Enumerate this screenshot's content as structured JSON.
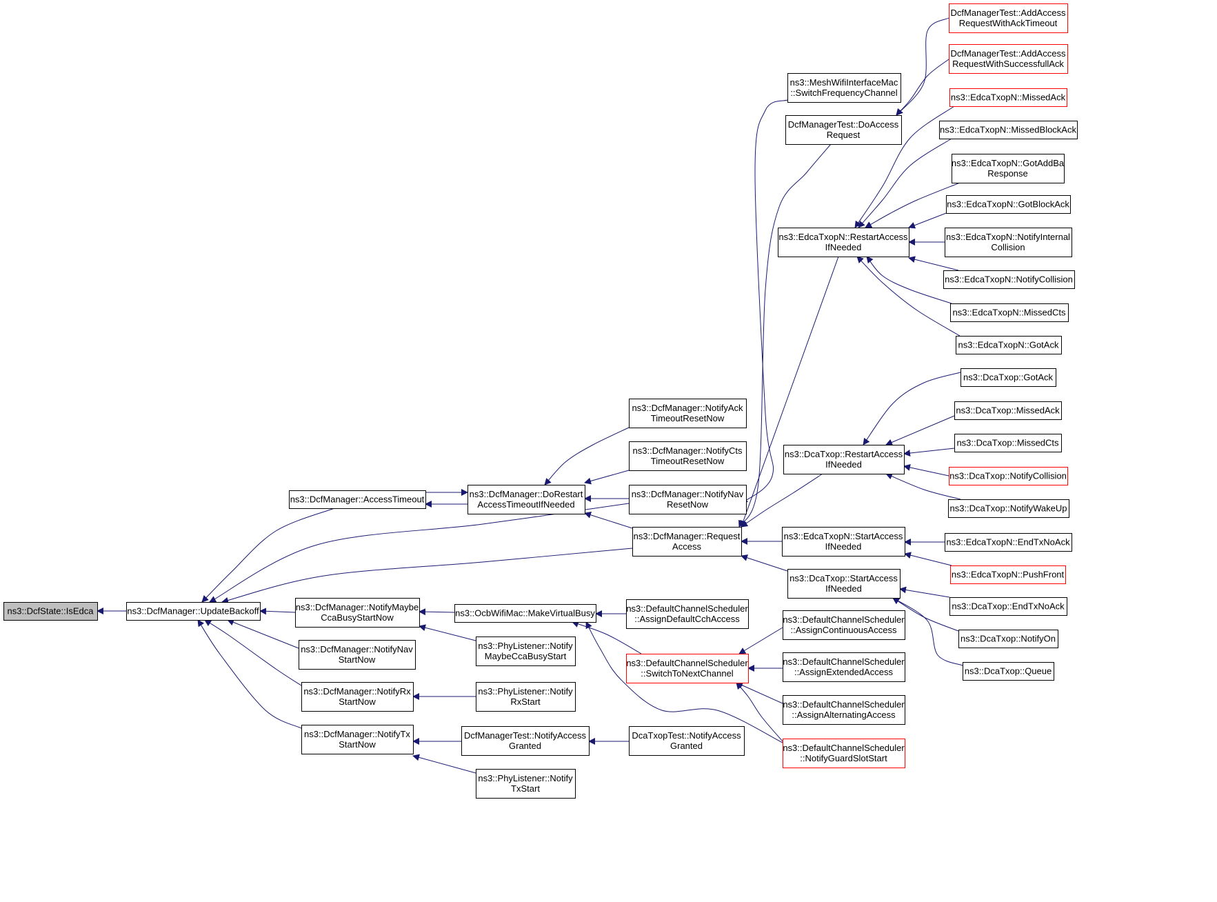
{
  "colors": {
    "edge": "#191970",
    "border_normal": "#000000",
    "border_truncated": "#ff0000",
    "fill_normal": "#ffffff",
    "fill_root": "#bfbfbf"
  },
  "nodes": [
    {
      "id": "n0",
      "lines": [
        "ns3::DcfState::IsEdca"
      ],
      "style": "root"
    },
    {
      "id": "n1",
      "lines": [
        "ns3::DcfManager::UpdateBackoff"
      ],
      "style": "normal"
    },
    {
      "id": "n2",
      "lines": [
        "ns3::DcfManager::AccessTimeout"
      ],
      "style": "normal"
    },
    {
      "id": "n3",
      "lines": [
        "ns3::DcfManager::NotifyMaybe",
        "CcaBusyStartNow"
      ],
      "style": "normal"
    },
    {
      "id": "n4",
      "lines": [
        "ns3::DcfManager::NotifyNav",
        "StartNow"
      ],
      "style": "normal"
    },
    {
      "id": "n5",
      "lines": [
        "ns3::DcfManager::NotifyRx",
        "StartNow"
      ],
      "style": "normal"
    },
    {
      "id": "n6",
      "lines": [
        "ns3::DcfManager::NotifyTx",
        "StartNow"
      ],
      "style": "normal"
    },
    {
      "id": "n7",
      "lines": [
        "ns3::DcfManager::DoRestart",
        "AccessTimeoutIfNeeded"
      ],
      "style": "normal"
    },
    {
      "id": "n8",
      "lines": [
        "ns3::OcbWifiMac::MakeVirtualBusy"
      ],
      "style": "normal"
    },
    {
      "id": "n9",
      "lines": [
        "ns3::PhyListener::Notify",
        "MaybeCcaBusyStart"
      ],
      "style": "normal"
    },
    {
      "id": "n10",
      "lines": [
        "ns3::PhyListener::Notify",
        "RxStart"
      ],
      "style": "normal"
    },
    {
      "id": "n11",
      "lines": [
        "DcfManagerTest::NotifyAccess",
        "Granted"
      ],
      "style": "normal"
    },
    {
      "id": "n12",
      "lines": [
        "ns3::PhyListener::Notify",
        "TxStart"
      ],
      "style": "normal"
    },
    {
      "id": "n13",
      "lines": [
        "ns3::DcfManager::NotifyAck",
        "TimeoutResetNow"
      ],
      "style": "normal"
    },
    {
      "id": "n14",
      "lines": [
        "ns3::DcfManager::NotifyCts",
        "TimeoutResetNow"
      ],
      "style": "normal"
    },
    {
      "id": "n15",
      "lines": [
        "ns3::DcfManager::NotifyNav",
        "ResetNow"
      ],
      "style": "normal"
    },
    {
      "id": "n16",
      "lines": [
        "ns3::DcfManager::Request",
        "Access"
      ],
      "style": "normal"
    },
    {
      "id": "n17",
      "lines": [
        "ns3::DefaultChannelScheduler",
        "::AssignDefaultCchAccess"
      ],
      "style": "normal"
    },
    {
      "id": "n18",
      "lines": [
        "ns3::DefaultChannelScheduler",
        "::SwitchToNextChannel"
      ],
      "style": "truncated"
    },
    {
      "id": "n19",
      "lines": [
        "DcaTxopTest::NotifyAccess",
        "Granted"
      ],
      "style": "normal"
    },
    {
      "id": "n20",
      "lines": [
        "ns3::MeshWifiInterfaceMac",
        "::SwitchFrequencyChannel"
      ],
      "style": "normal"
    },
    {
      "id": "n21",
      "lines": [
        "DcfManagerTest::DoAccess",
        "Request"
      ],
      "style": "normal"
    },
    {
      "id": "n22",
      "lines": [
        "ns3::EdcaTxopN::RestartAccess",
        "IfNeeded"
      ],
      "style": "normal"
    },
    {
      "id": "n23",
      "lines": [
        "ns3::DcaTxop::RestartAccess",
        "IfNeeded"
      ],
      "style": "normal"
    },
    {
      "id": "n24",
      "lines": [
        "ns3::EdcaTxopN::StartAccess",
        "IfNeeded"
      ],
      "style": "normal"
    },
    {
      "id": "n25",
      "lines": [
        "ns3::DcaTxop::StartAccess",
        "IfNeeded"
      ],
      "style": "normal"
    },
    {
      "id": "n26",
      "lines": [
        "ns3::DefaultChannelScheduler",
        "::AssignContinuousAccess"
      ],
      "style": "normal"
    },
    {
      "id": "n27",
      "lines": [
        "ns3::DefaultChannelScheduler",
        "::AssignExtendedAccess"
      ],
      "style": "normal"
    },
    {
      "id": "n28",
      "lines": [
        "ns3::DefaultChannelScheduler",
        "::AssignAlternatingAccess"
      ],
      "style": "normal"
    },
    {
      "id": "n29",
      "lines": [
        "ns3::DefaultChannelScheduler",
        "::NotifyGuardSlotStart"
      ],
      "style": "truncated"
    },
    {
      "id": "n30",
      "lines": [
        "DcfManagerTest::AddAccess",
        "RequestWithAckTimeout"
      ],
      "style": "truncated"
    },
    {
      "id": "n31",
      "lines": [
        "DcfManagerTest::AddAccess",
        "RequestWithSuccessfullAck"
      ],
      "style": "truncated"
    },
    {
      "id": "n32",
      "lines": [
        "ns3::EdcaTxopN::MissedAck"
      ],
      "style": "truncated"
    },
    {
      "id": "n33",
      "lines": [
        "ns3::EdcaTxopN::MissedBlockAck"
      ],
      "style": "normal"
    },
    {
      "id": "n34",
      "lines": [
        "ns3::EdcaTxopN::GotAddBa",
        "Response"
      ],
      "style": "normal"
    },
    {
      "id": "n35",
      "lines": [
        "ns3::EdcaTxopN::GotBlockAck"
      ],
      "style": "normal"
    },
    {
      "id": "n36",
      "lines": [
        "ns3::EdcaTxopN::NotifyInternal",
        "Collision"
      ],
      "style": "normal"
    },
    {
      "id": "n37",
      "lines": [
        "ns3::EdcaTxopN::NotifyCollision"
      ],
      "style": "normal"
    },
    {
      "id": "n38",
      "lines": [
        "ns3::EdcaTxopN::MissedCts"
      ],
      "style": "normal"
    },
    {
      "id": "n39",
      "lines": [
        "ns3::EdcaTxopN::GotAck"
      ],
      "style": "normal"
    },
    {
      "id": "n40",
      "lines": [
        "ns3::DcaTxop::GotAck"
      ],
      "style": "normal"
    },
    {
      "id": "n41",
      "lines": [
        "ns3::DcaTxop::MissedAck"
      ],
      "style": "normal"
    },
    {
      "id": "n42",
      "lines": [
        "ns3::DcaTxop::MissedCts"
      ],
      "style": "normal"
    },
    {
      "id": "n43",
      "lines": [
        "ns3::DcaTxop::NotifyCollision"
      ],
      "style": "truncated"
    },
    {
      "id": "n44",
      "lines": [
        "ns3::DcaTxop::NotifyWakeUp"
      ],
      "style": "normal"
    },
    {
      "id": "n45",
      "lines": [
        "ns3::EdcaTxopN::EndTxNoAck"
      ],
      "style": "normal"
    },
    {
      "id": "n46",
      "lines": [
        "ns3::EdcaTxopN::PushFront"
      ],
      "style": "truncated"
    },
    {
      "id": "n47",
      "lines": [
        "ns3::DcaTxop::EndTxNoAck"
      ],
      "style": "normal"
    },
    {
      "id": "n48",
      "lines": [
        "ns3::DcaTxop::NotifyOn"
      ],
      "style": "normal"
    },
    {
      "id": "n49",
      "lines": [
        "ns3::DcaTxop::Queue"
      ],
      "style": "normal"
    }
  ],
  "edges": [
    {
      "from": "n1",
      "to": "n0"
    },
    {
      "from": "n2",
      "to": "n1"
    },
    {
      "from": "n3",
      "to": "n1"
    },
    {
      "from": "n4",
      "to": "n1"
    },
    {
      "from": "n5",
      "to": "n1"
    },
    {
      "from": "n6",
      "to": "n1"
    },
    {
      "from": "n15",
      "to": "n1"
    },
    {
      "from": "n16",
      "to": "n1"
    },
    {
      "from": "n7",
      "to": "n2"
    },
    {
      "from": "n2",
      "to": "n7"
    },
    {
      "from": "n13",
      "to": "n7"
    },
    {
      "from": "n14",
      "to": "n7"
    },
    {
      "from": "n15",
      "to": "n7"
    },
    {
      "from": "n16",
      "to": "n7"
    },
    {
      "from": "n8",
      "to": "n3"
    },
    {
      "from": "n9",
      "to": "n3"
    },
    {
      "from": "n10",
      "to": "n5"
    },
    {
      "from": "n11",
      "to": "n6"
    },
    {
      "from": "n12",
      "to": "n6"
    },
    {
      "from": "n17",
      "to": "n8"
    },
    {
      "from": "n18",
      "to": "n8"
    },
    {
      "from": "n29",
      "to": "n8"
    },
    {
      "from": "n19",
      "to": "n11"
    },
    {
      "from": "n20",
      "to": "n15"
    },
    {
      "from": "n21",
      "to": "n16"
    },
    {
      "from": "n22",
      "to": "n16"
    },
    {
      "from": "n23",
      "to": "n16"
    },
    {
      "from": "n24",
      "to": "n16"
    },
    {
      "from": "n25",
      "to": "n16"
    },
    {
      "from": "n26",
      "to": "n18"
    },
    {
      "from": "n27",
      "to": "n18"
    },
    {
      "from": "n28",
      "to": "n18"
    },
    {
      "from": "n29",
      "to": "n18"
    },
    {
      "from": "n30",
      "to": "n21"
    },
    {
      "from": "n31",
      "to": "n21"
    },
    {
      "from": "n32",
      "to": "n22"
    },
    {
      "from": "n33",
      "to": "n22"
    },
    {
      "from": "n34",
      "to": "n22"
    },
    {
      "from": "n35",
      "to": "n22"
    },
    {
      "from": "n36",
      "to": "n22"
    },
    {
      "from": "n37",
      "to": "n22"
    },
    {
      "from": "n38",
      "to": "n22"
    },
    {
      "from": "n39",
      "to": "n22"
    },
    {
      "from": "n40",
      "to": "n23"
    },
    {
      "from": "n41",
      "to": "n23"
    },
    {
      "from": "n42",
      "to": "n23"
    },
    {
      "from": "n43",
      "to": "n23"
    },
    {
      "from": "n44",
      "to": "n23"
    },
    {
      "from": "n45",
      "to": "n24"
    },
    {
      "from": "n46",
      "to": "n24"
    },
    {
      "from": "n47",
      "to": "n25"
    },
    {
      "from": "n48",
      "to": "n25"
    },
    {
      "from": "n49",
      "to": "n25"
    }
  ]
}
